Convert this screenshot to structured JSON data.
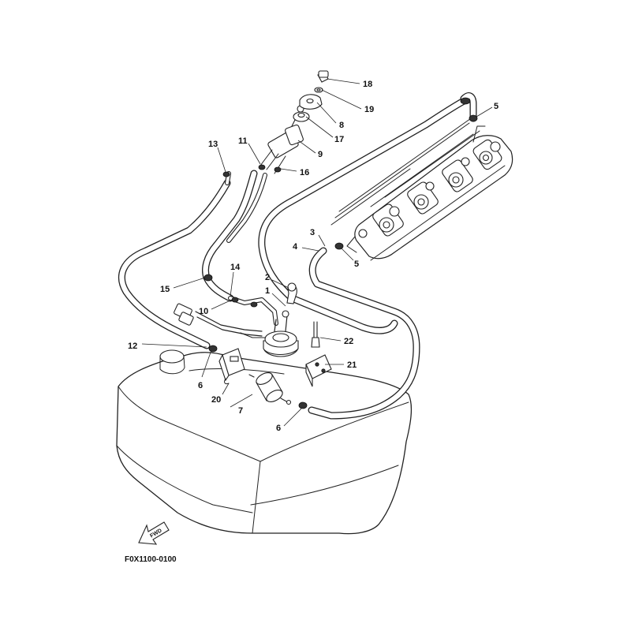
{
  "callouts": [
    {
      "id": "c18",
      "text": "18"
    },
    {
      "id": "c19",
      "text": "19"
    },
    {
      "id": "c8",
      "text": "8"
    },
    {
      "id": "c17",
      "text": "17"
    },
    {
      "id": "c9",
      "text": "9"
    },
    {
      "id": "c16",
      "text": "16"
    },
    {
      "id": "c11",
      "text": "11"
    },
    {
      "id": "c13",
      "text": "13"
    },
    {
      "id": "c5a",
      "text": "5"
    },
    {
      "id": "c3",
      "text": "3"
    },
    {
      "id": "c4",
      "text": "4"
    },
    {
      "id": "c5b",
      "text": "5"
    },
    {
      "id": "c14",
      "text": "14"
    },
    {
      "id": "c15",
      "text": "15"
    },
    {
      "id": "c2",
      "text": "2"
    },
    {
      "id": "c1",
      "text": "1"
    },
    {
      "id": "c10",
      "text": "10"
    },
    {
      "id": "c12",
      "text": "12"
    },
    {
      "id": "c22",
      "text": "22"
    },
    {
      "id": "c21",
      "text": "21"
    },
    {
      "id": "c6a",
      "text": "6"
    },
    {
      "id": "c20",
      "text": "20"
    },
    {
      "id": "c7",
      "text": "7"
    },
    {
      "id": "c6b",
      "text": "6"
    }
  ],
  "fwd_label": "FWD",
  "figure_code": "F0X1100-0100"
}
